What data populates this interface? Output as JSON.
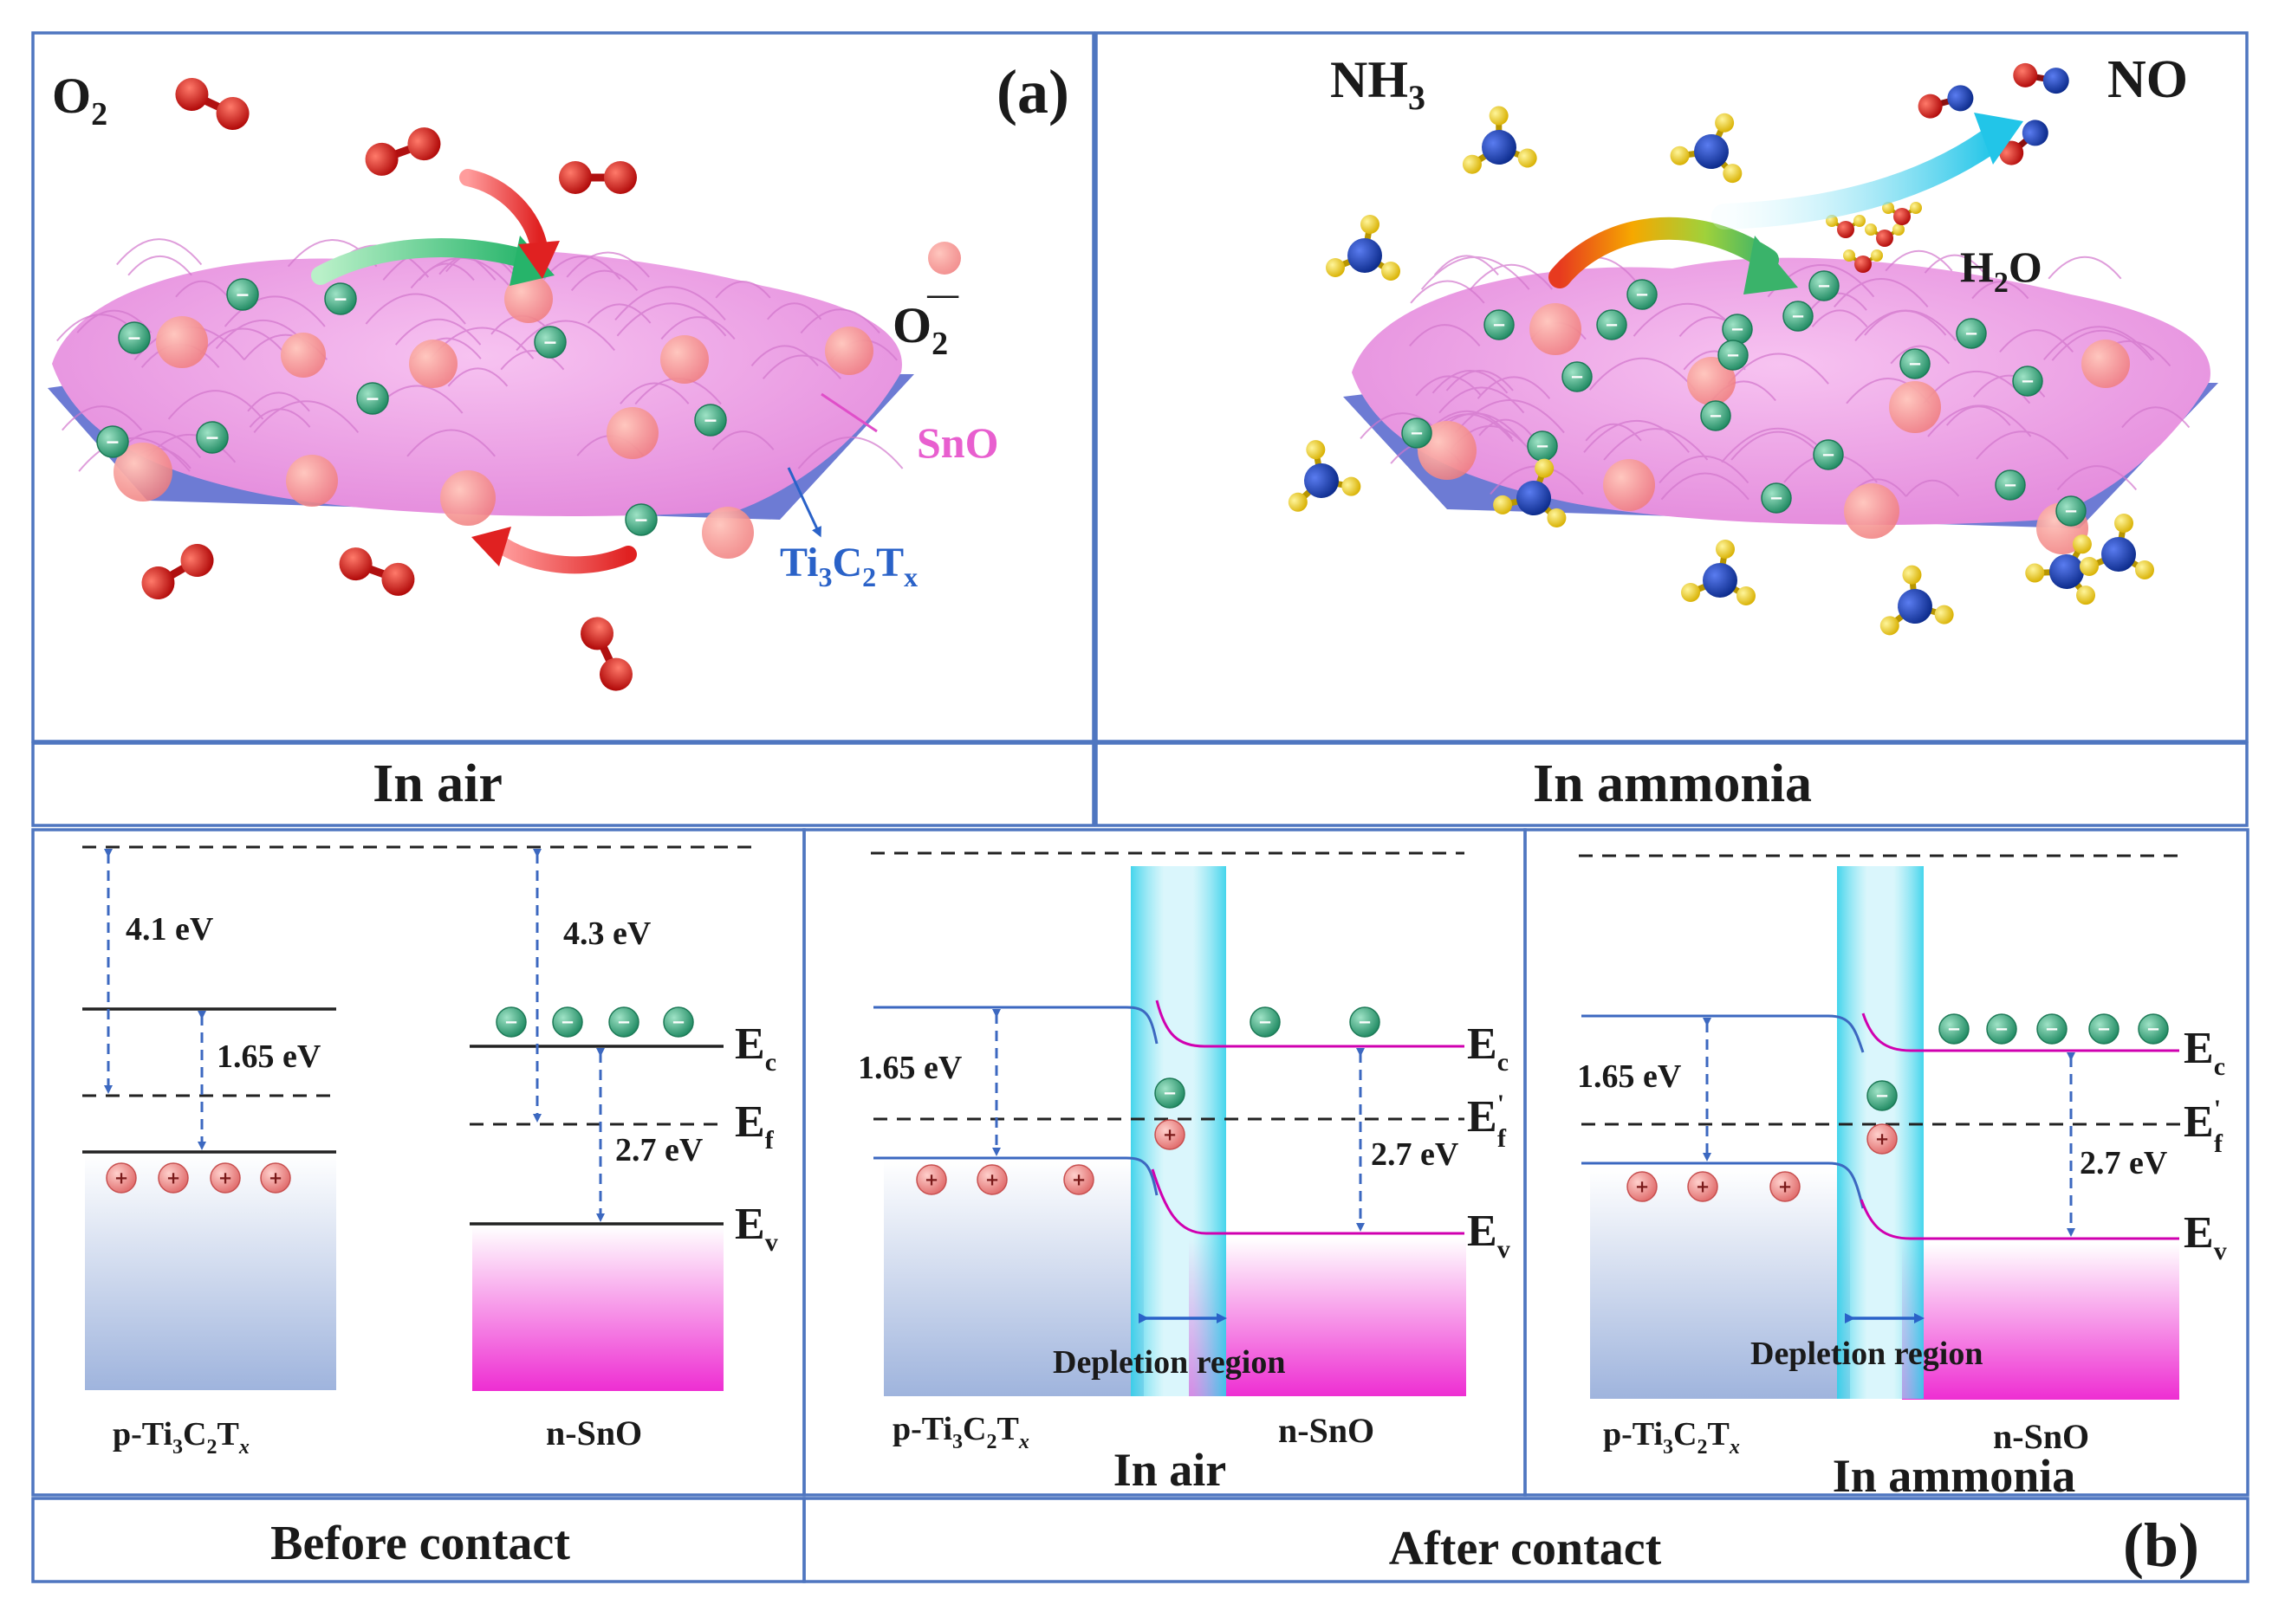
{
  "panel_a": {
    "label": "(a)",
    "air": {
      "caption": "In air",
      "o2": {
        "main": "O",
        "sub": "2"
      },
      "superoxide": {
        "main": "O",
        "sub": "2",
        "sup": "—"
      },
      "sno": "SnO",
      "mxene": {
        "p1": "Ti",
        "s1": "3",
        "p2": "C",
        "s2": "2",
        "p3": "T",
        "s3": "x"
      }
    },
    "ammonia": {
      "caption": "In ammonia",
      "nh3": {
        "main": "NH",
        "sub": "3"
      },
      "no": "NO",
      "h2o": {
        "p1": "H",
        "sub": "2",
        "p2": "O"
      }
    }
  },
  "panel_b": {
    "label": "(b)",
    "before": {
      "caption": "Before contact",
      "e_41": "4.1 eV",
      "e_43": "4.3 eV",
      "e_165": "1.65 eV",
      "e_27": "2.7 eV",
      "p_material": {
        "p": "p-",
        "p1": "Ti",
        "s1": "3",
        "p2": "C",
        "s2": "2",
        "p3": "T",
        "s3": "x"
      },
      "n_material": "n-SnO",
      "ec": {
        "main": "E",
        "sub": "c"
      },
      "ef": {
        "main": "E",
        "sub": "f"
      },
      "ev": {
        "main": "E",
        "sub": "v"
      }
    },
    "after_caption": "After contact",
    "after_air": {
      "caption": "In air",
      "e_165": "1.65 eV",
      "e_27": "2.7 eV",
      "depletion": "Depletion region",
      "p_material": {
        "p": "p-",
        "p1": "Ti",
        "s1": "3",
        "p2": "C",
        "s2": "2",
        "p3": "T",
        "s3": "x"
      },
      "n_material": "n-SnO",
      "ec": {
        "main": "E",
        "sub": "c"
      },
      "ef": {
        "main": "E",
        "sub": "f",
        "sup": "'"
      },
      "ev": {
        "main": "E",
        "sub": "v"
      }
    },
    "after_ammonia": {
      "caption": "In ammonia",
      "e_165": "1.65 eV",
      "e_27": "2.7 eV",
      "depletion": "Depletion region",
      "p_material": {
        "p": "p-",
        "p1": "Ti",
        "s1": "3",
        "p2": "C",
        "s2": "2",
        "p3": "T",
        "s3": "x"
      },
      "n_material": "n-SnO",
      "ec": {
        "main": "E",
        "sub": "c"
      },
      "ef": {
        "main": "E",
        "sub": "f",
        "sup": "'"
      },
      "ev": {
        "main": "E",
        "sub": "v"
      }
    }
  },
  "symbols": {
    "electron": "−",
    "hole": "+"
  },
  "colors": {
    "frame": "#4f76c0",
    "sno_sheet": "#ee9ee6",
    "mxene_sheet": "#6d7bd4",
    "oxygen_atom": "#d01010",
    "nitrogen_atom": "#1a3fb8",
    "hydrogen_atom": "#f2d21a",
    "electron": "#3aa77f",
    "hole": "#f08d8d",
    "p_gradient": "#a9bde0",
    "n_gradient": "#ef33d4",
    "arrow_dash": "#3c68c0",
    "depletion_band": "#2fd0ea",
    "band_line": "#d000b0"
  }
}
